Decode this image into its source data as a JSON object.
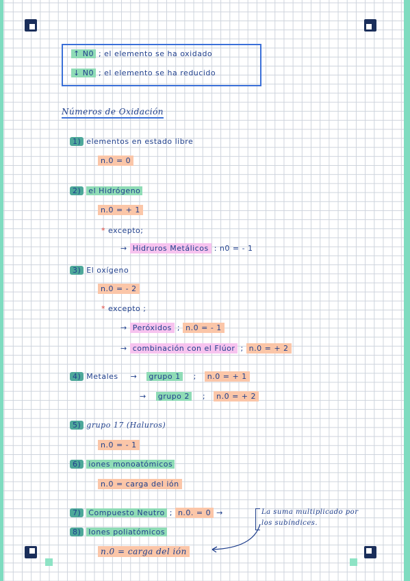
{
  "box": {
    "line1_tag": "↑ N0",
    "line1_text": ";  el elemento se ha oxidado",
    "line2_tag": "↓ N0",
    "line2_text": ";  el elemento se ha reducido"
  },
  "title": "Números de Oxidación",
  "sections": {
    "s1": {
      "num": "1)",
      "title": "elementos en estado libre",
      "rule": "n.0 = 0"
    },
    "s2": {
      "num": "2)",
      "title": "el Hidrógeno",
      "rule": "n.0 = + 1",
      "except": "excepto;",
      "sub_item": "Hidruros Metálicos",
      "sub_rule": ":  n0 = - 1"
    },
    "s3": {
      "num": "3)",
      "title": "El oxígeno",
      "rule": "n.0 = - 2",
      "except": "excepto ;",
      "sub1_item": "Peróxidos",
      "sub1_rule": "n.0 = - 1",
      "sub2_item": "combinación con el Flúor",
      "sub2_rule": "n.0 = + 2"
    },
    "s4": {
      "num": "4)",
      "title": "Metales",
      "g1": "grupo 1",
      "g1_rule": "n.0 = + 1",
      "g2": "grupo 2",
      "g2_rule": "n.0 = + 2"
    },
    "s5": {
      "num": "5)",
      "title": "grupo 17 (Haluros)",
      "rule": "n.0 = - 1"
    },
    "s6": {
      "num": "6)",
      "title": "iones monoatómicos",
      "rule": "n.0 = carga del ión"
    },
    "s7": {
      "num": "7)",
      "title": "Compuesto Neutro",
      "rule": "n.0. = 0",
      "note1": "La suma multiplicado por",
      "note2": "los subíndices."
    },
    "s8": {
      "num": "8)",
      "title": "Iones poliatómicos",
      "rule": "n.0 = carga del ión"
    }
  },
  "symbols": {
    "arrow": "→",
    "semicolon": ";",
    "colon": ":",
    "asterisk": "*"
  },
  "colors": {
    "ink": "#1f3f8c",
    "highlight_green": "#8fdcb6",
    "highlight_teal": "#4ea89a",
    "highlight_orange": "#fbc6a8",
    "highlight_pink": "#f7c3ef",
    "box_border": "#3a6fd8",
    "stripe": "#7fdcc0"
  }
}
